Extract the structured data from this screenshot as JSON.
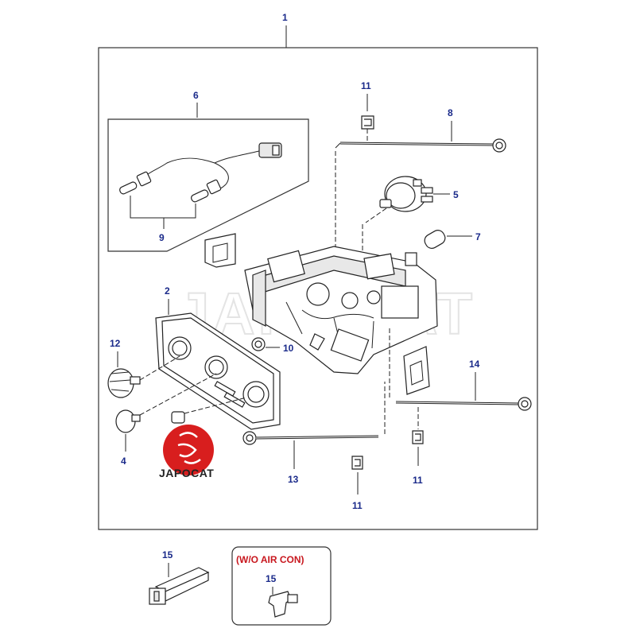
{
  "diagram": {
    "assembly_label": "1",
    "watermark": "JAPOCAT",
    "logo_text": "JAPOCAT",
    "note_label": "(W/O AIR CON)",
    "colors": {
      "callout": "#1a2a8a",
      "note": "#c8171e",
      "logo_circle": "#d81e1e"
    },
    "callouts": {
      "c2": "2",
      "c4": "4",
      "c5": "5",
      "c6": "6",
      "c7": "7",
      "c8": "8",
      "c9": "9",
      "c10": "10",
      "c11_top": "11",
      "c11_right": "11",
      "c11_bottom": "11",
      "c12": "12",
      "c13": "13",
      "c14": "14",
      "c15_left": "15",
      "c15_right": "15"
    }
  }
}
